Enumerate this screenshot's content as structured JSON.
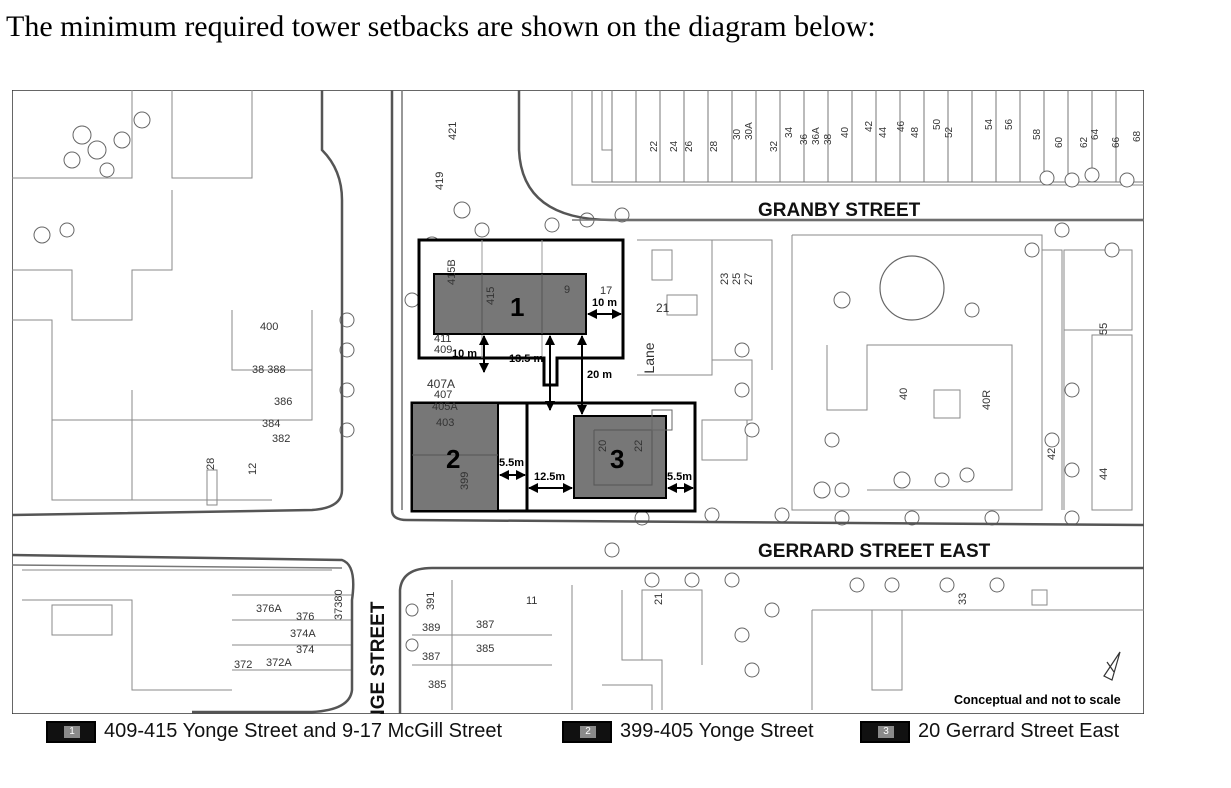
{
  "heading": "The minimum required tower setbacks are shown on the diagram below:",
  "streets": {
    "granby": "GRANBY STREET",
    "gerrard": "GERRARD STREET EAST",
    "yonge": "YONGE STREET",
    "lane": "Lane"
  },
  "sites": {
    "site1": "1",
    "site2": "2",
    "site3": "3"
  },
  "setbacks": {
    "s10_east": "10 m",
    "s10_west": "10 m",
    "s13_5": "13.5 m",
    "s20": "20 m",
    "s5_5_mid": "5.5m",
    "s12_5": "12.5m",
    "s5_5_east": "5.5m"
  },
  "addresses": {
    "a421": "421",
    "a419": "419",
    "a415b": "415B",
    "a415": "415",
    "a9": "9",
    "a17": "17",
    "a411": "411",
    "a409": "409",
    "a407a": "407A",
    "a407": "407",
    "a405a": "405A",
    "a403": "403",
    "a399": "399",
    "a20": "20",
    "a22": "22",
    "a21": "21",
    "a23": "23",
    "a25": "25",
    "a27": "27",
    "a40": "40",
    "a40r": "40R",
    "a42": "42",
    "a44": "44",
    "a55": "55",
    "a400": "400",
    "a38388": "38 388",
    "a386": "386",
    "a384": "384",
    "a382": "382",
    "a28": "28",
    "a12": "12",
    "a376a": "376A",
    "a376": "376",
    "a374a": "374A",
    "a374": "374",
    "a372": "372",
    "a372a": "372A",
    "a380": "37380",
    "a391": "391",
    "a389": "389",
    "a387": "387",
    "a385": "385",
    "a387b": "387",
    "a385b": "385",
    "a11": "11",
    "a21s": "21",
    "a33": "33",
    "g22": "22",
    "g24": "24",
    "g26": "26",
    "g28": "28",
    "g30": "30",
    "g30a": "30A",
    "g32": "32",
    "g34": "34",
    "g36": "36",
    "g36a": "36A",
    "g38": "38",
    "g40": "40",
    "g42": "42",
    "g44": "44",
    "g46": "46",
    "g48": "48",
    "g50": "50",
    "g52": "52",
    "g54": "54",
    "g56": "56",
    "g58": "58",
    "g60": "60",
    "g62": "62",
    "g64": "64",
    "g66": "66",
    "g68": "68"
  },
  "scale_note": "Conceptual and not to scale",
  "legend": [
    {
      "num": "1",
      "label": "409-415 Yonge Street and 9-17 McGill Street"
    },
    {
      "num": "2",
      "label": "399-405 Yonge Street"
    },
    {
      "num": "3",
      "label": "20 Gerrard Street East"
    }
  ],
  "colors": {
    "tower": "#777777",
    "site_outline": "#000000",
    "linework": "#888888"
  }
}
